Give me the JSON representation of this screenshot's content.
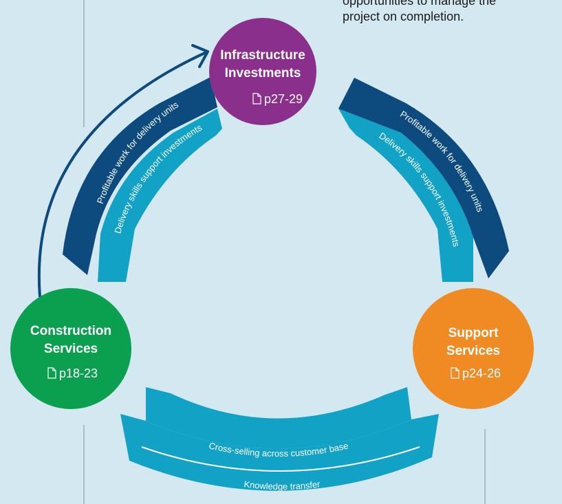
{
  "top_note": {
    "line1": "opportunities to manage the",
    "line2": "project on completion."
  },
  "nodes": {
    "infrastructure": {
      "title_line1": "Infrastructure",
      "title_line2": "Investments",
      "pages": "p27-29",
      "color": "#8b2f8c"
    },
    "construction": {
      "title_line1": "Construction",
      "title_line2": "Services",
      "pages": "p18-23",
      "color": "#0aa04f"
    },
    "support": {
      "title_line1": "Support",
      "title_line2": "Services",
      "pages": "p24-26",
      "color": "#f08a23"
    }
  },
  "arcs": {
    "left_outer": "Profitable work for delivery units",
    "left_inner": "Delivery skills support investments",
    "right_outer": "Profitable work for delivery units",
    "right_inner": "Delivery skills support investments",
    "bottom_inner": "Cross-selling across customer base",
    "bottom_outer": "Knowledge transfer"
  },
  "icons": {
    "page": "document-icon"
  },
  "colors": {
    "background": "#d4e8f2",
    "dark_arc": "#0d4b7e",
    "light_arc": "#12a2c6",
    "arrow": "#0d4b7e"
  }
}
